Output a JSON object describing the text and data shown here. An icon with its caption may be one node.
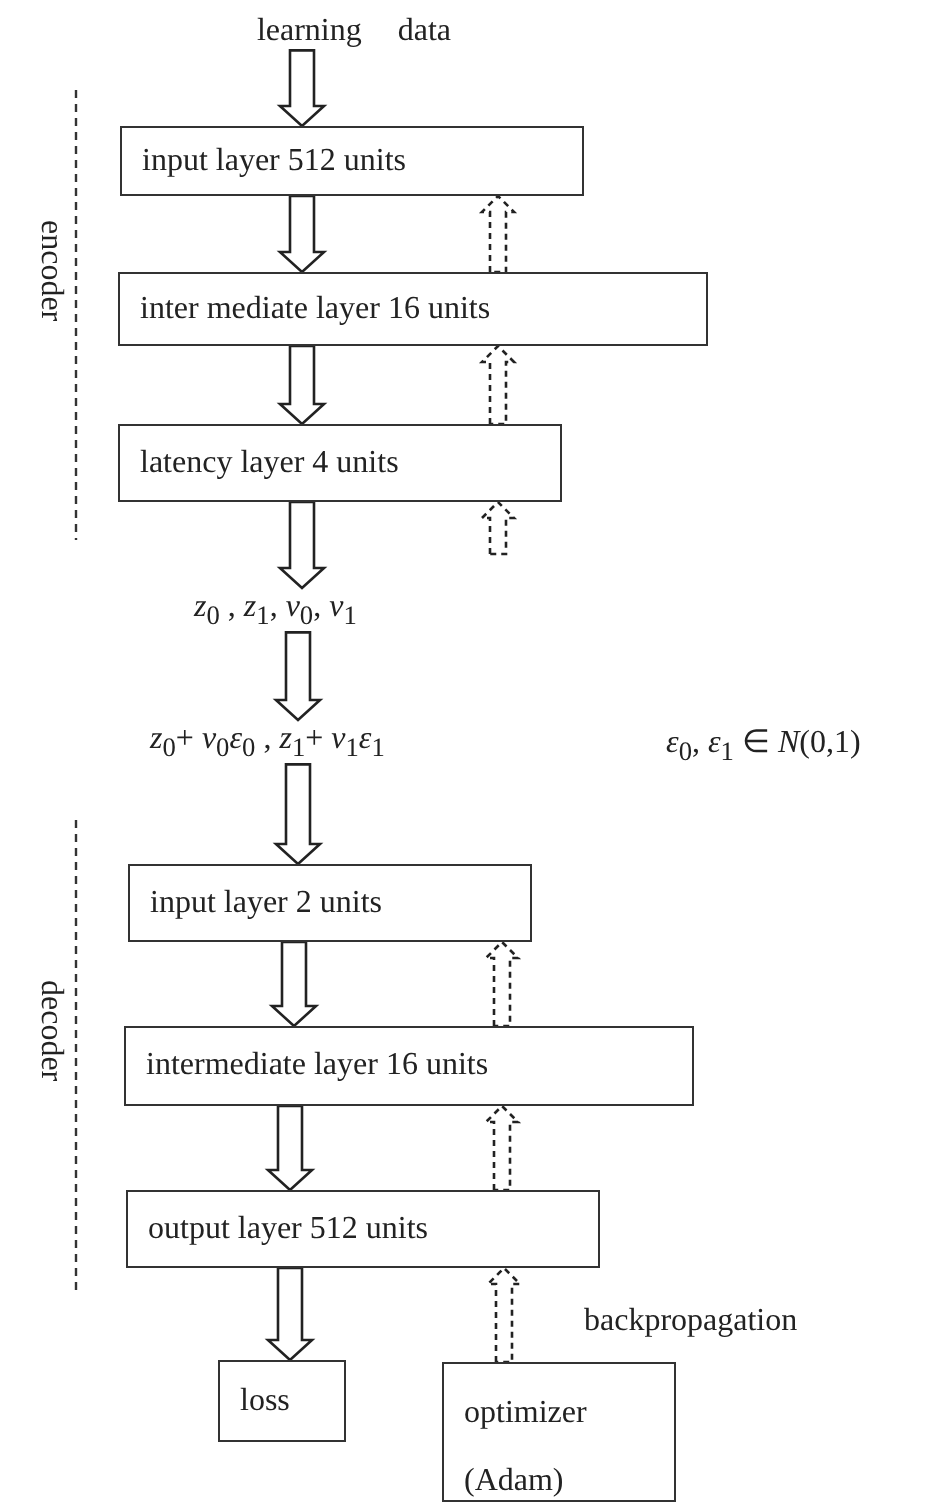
{
  "diagram": {
    "nodes": [
      {
        "text": [
          "learning data"
        ]
      },
      {
        "text": [
          "input layer 512 units"
        ]
      },
      {
        "text": [
          "inter mediate layer 16 units"
        ]
      },
      {
        "text": [
          "latency layer 4 units"
        ]
      },
      {
        "text": [
          "*z*$_{0}$ , *z*$_{1}$, *v*$_{0}$, *v*$_{1}$"
        ]
      },
      {
        "text": [
          "*z*$_{0}$+ *v*$_{0}$*ε*$_{0}$ , *z*$_{1}$+ *v*$_{1}$*ε*$_{1}$"
        ]
      },
      {
        "text": [
          "input layer 2 units"
        ]
      },
      {
        "text": [
          "intermediate layer 16 units"
        ]
      },
      {
        "text": [
          "output layer 512 units"
        ]
      },
      {
        "text": [
          "loss"
        ]
      },
      {
        "text": [
          "optimizer (Adam)"
        ]
      }
    ],
    "edges": [
      {
        "from": 0,
        "to": 1,
        "arrow": "to"
      },
      {
        "from": 1,
        "to": 2,
        "arrow": "to"
      },
      {
        "from": 2,
        "to": 1,
        "arrow": "to",
        "style": "dashed"
      },
      {
        "from": 2,
        "to": 3,
        "arrow": "to"
      },
      {
        "from": 3,
        "to": 2,
        "arrow": "to",
        "style": "dashed"
      },
      {
        "from": 3,
        "to": 4,
        "arrow": "to"
      },
      {
        "from": null,
        "to": 3,
        "arrow": "to",
        "style": "dashed"
      },
      {
        "from": 4,
        "to": 5,
        "arrow": "to"
      },
      {
        "from": 5,
        "to": 6,
        "arrow": "to"
      },
      {
        "from": 6,
        "to": 7,
        "arrow": "to"
      },
      {
        "from": 7,
        "to": 6,
        "arrow": "to",
        "style": "dashed"
      },
      {
        "from": 7,
        "to": 8,
        "arrow": "to"
      },
      {
        "from": 8,
        "to": 7,
        "arrow": "to",
        "style": "dashed"
      },
      {
        "from": 8,
        "to": 9,
        "arrow": "to"
      },
      {
        "from": 10,
        "to": 8,
        "arrow": "to",
        "style": "dashed"
      }
    ],
    "labels": [
      "encoder",
      "decoder",
      "*ε*$_{0}$, *ε*$_{1}$ ∈ *N*(0,1)",
      "backpropagation"
    ]
  }
}
